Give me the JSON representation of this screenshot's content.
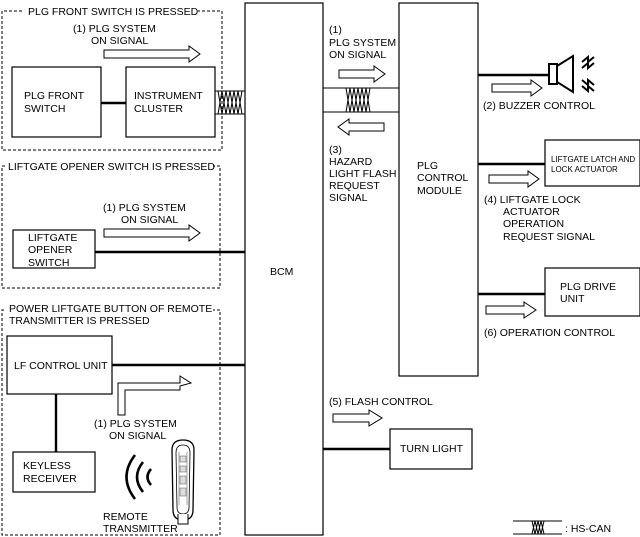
{
  "diagram": {
    "title": "Power liftgate system wiring/signal flow diagram",
    "scenarios": {
      "front_switch": "PLG FRONT SWITCH IS PRESSED",
      "opener_switch": "LIFTGATE OPENER SWITCH IS PRESSED",
      "remote_line1": "POWER LIFTGATE BUTTON OF REMOTE",
      "remote_line2": "TRANSMITTER IS PRESSED"
    },
    "components": {
      "plg_front_switch": [
        "PLG FRONT",
        "SWITCH"
      ],
      "instrument_cluster": [
        "INSTRUMENT",
        "CLUSTER"
      ],
      "liftgate_opener_switch": [
        "LIFTGATE",
        "OPENER",
        "SWITCH"
      ],
      "lf_control_unit": "LF CONTROL UNIT",
      "keyless_receiver": [
        "KEYLESS",
        "RECEIVER"
      ],
      "remote_transmitter": [
        "REMOTE",
        "TRANSMITTER"
      ],
      "bcm": "BCM",
      "plg_control_module": [
        "PLG",
        "CONTROL",
        "MODULE"
      ],
      "liftgate_latch": [
        "LIFTGATE LATCH AND",
        "LOCK ACTUATOR"
      ],
      "plg_drive_unit": [
        "PLG DRIVE",
        "UNIT"
      ],
      "turn_light": "TURN LIGHT"
    },
    "signals": {
      "s1_front": [
        "(1)  PLG SYSTEM",
        "ON SIGNAL"
      ],
      "s1_opener": [
        "(1)  PLG SYSTEM",
        "ON SIGNAL"
      ],
      "s1_remote": [
        "(1) PLG SYSTEM",
        "ON SIGNAL"
      ],
      "s1_bcm": [
        "(1)",
        "PLG SYSTEM",
        "ON SIGNAL"
      ],
      "s2": "(2) BUZZER CONTROL",
      "s3": [
        "(3)",
        "HAZARD",
        "LIGHT FLASH",
        "REQUEST",
        "SIGNAL"
      ],
      "s4": [
        "(4)  LIFTGATE LOCK",
        "ACTUATOR",
        "OPERATION",
        "REQUEST SIGNAL"
      ],
      "s5": "(5) FLASH CONTROL",
      "s6": "(6)  OPERATION CONTROL"
    },
    "legend": {
      "hs_can": ": HS-CAN"
    }
  }
}
